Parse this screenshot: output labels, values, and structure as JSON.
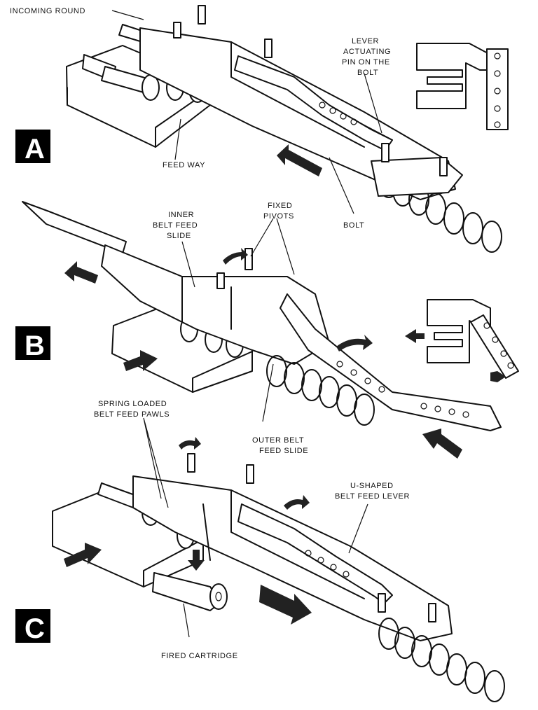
{
  "figure": {
    "panels": [
      {
        "letter": "A",
        "labels": {
          "incoming_round": "INCOMING ROUND",
          "lever_pin": [
            "LEVER",
            "ACTUATING",
            "PIN ON THE",
            "BOLT"
          ],
          "feed_way": "FEED WAY"
        }
      },
      {
        "letter": "B",
        "labels": {
          "fixed_pivots": [
            "FIXED",
            "PIVOTS"
          ],
          "inner_slide": [
            "INNER",
            "BELT FEED",
            "SLIDE"
          ],
          "bolt": "BOLT",
          "outer_slide": [
            "OUTER BELT",
            "FEED SLIDE"
          ]
        }
      },
      {
        "letter": "C",
        "labels": {
          "pawls": [
            "SPRING LOADED",
            "BELT FEED PAWLS"
          ],
          "u_lever": [
            "U-SHAPED",
            "BELT FEED LEVER"
          ],
          "fired_cartridge": [
            "FIRED CARTRIDGE"
          ]
        }
      }
    ],
    "colors": {
      "ink": "#111111",
      "paper": "#ffffff",
      "badge": "#000000"
    }
  }
}
